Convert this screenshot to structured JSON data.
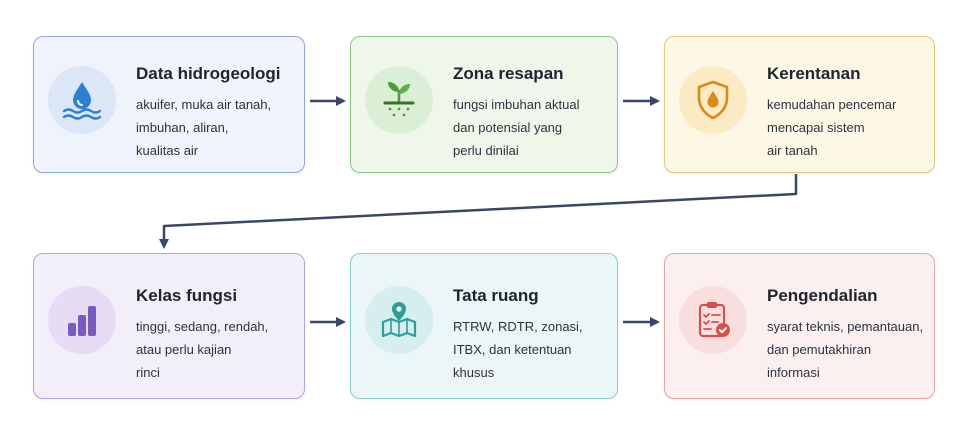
{
  "colors": {
    "arrow": "#3b4766",
    "blue": "#2f7fd1",
    "green": "#4c9a3c",
    "amber": "#d98a17",
    "purple": "#7a5cc0",
    "teal": "#2e9e98",
    "red": "#d65050"
  },
  "cards": [
    {
      "title": "Data hidrogeologi",
      "desc": "akuifer, muka air tanah,\nimbuhan, aliran,\nkualitas air",
      "icon": "water-drop-icon"
    },
    {
      "title": "Zona resapan",
      "desc": "fungsi imbuhan aktual\ndan potensial yang\nperlu dinilai",
      "icon": "sprout-icon"
    },
    {
      "title": "Kerentanan",
      "desc": "kemudahan pencemar\nmencapai sistem\nair tanah",
      "icon": "shield-drop-icon"
    },
    {
      "title": "Kelas fungsi",
      "desc": "tinggi, sedang, rendah,\natau perlu kajian\nrinci",
      "icon": "bar-chart-icon"
    },
    {
      "title": "Tata ruang",
      "desc": "RTRW, RDTR, zonasi,\nITBX, dan ketentuan\nkhusus",
      "icon": "map-pin-icon"
    },
    {
      "title": "Pengendalian",
      "desc": "syarat teknis, pemantauan,\ndan pemutakhiran\ninformasi",
      "icon": "clipboard-check-icon"
    }
  ]
}
